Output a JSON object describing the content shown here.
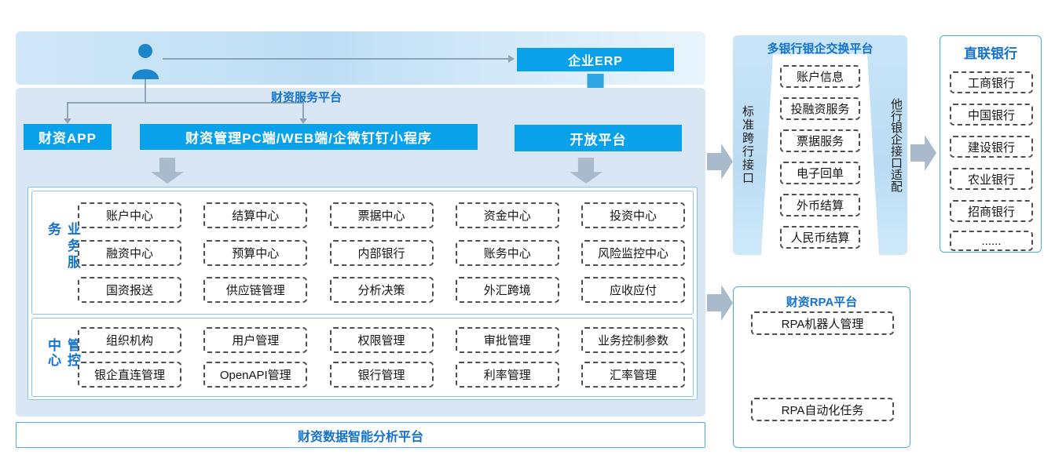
{
  "top": {
    "erp": "企业ERP",
    "platform_title": "财资服务平台"
  },
  "apps": {
    "treasury_app": "财资APP",
    "pc_web": "财资管理PC端/WEB端/企微钉钉小程序",
    "open_platform": "开放平台"
  },
  "business": {
    "title": "业务服务",
    "rows": [
      [
        "账户中心",
        "结算中心",
        "票据中心",
        "资金中心",
        "投资中心"
      ],
      [
        "融资中心",
        "预算中心",
        "内部银行",
        "账务中心",
        "风险监控中心"
      ],
      [
        "国资报送",
        "供应链管理",
        "分析决策",
        "外汇跨境",
        "应收应付"
      ]
    ]
  },
  "control": {
    "title": "管控中心",
    "rows": [
      [
        "组织机构",
        "用户管理",
        "权限管理",
        "审批管理",
        "业务控制参数"
      ],
      [
        "银企直连管理",
        "OpenAPI管理",
        "银行管理",
        "利率管理",
        "汇率管理"
      ]
    ]
  },
  "bottom_bar": "财资数据智能分析平台",
  "exchange": {
    "title": "多银行银企交换平台",
    "left_label": "标准跨行接口",
    "right_label": "他行银企接口适配",
    "items": [
      "账户信息",
      "投融资服务",
      "票据服务",
      "电子回单",
      "外币结算",
      "人民币结算"
    ]
  },
  "banks": {
    "title": "直联银行",
    "items": [
      "工商银行",
      "中国银行",
      "建设银行",
      "农业银行",
      "招商银行",
      "......"
    ]
  },
  "rpa": {
    "title": "财资RPA平台",
    "items": [
      "RPA机器人管理",
      "RPA自动化任务"
    ]
  },
  "colors": {
    "accent_blue": "#09a1e9",
    "title_blue": "#1372ce",
    "arrow_gray": "#a9bacc"
  }
}
